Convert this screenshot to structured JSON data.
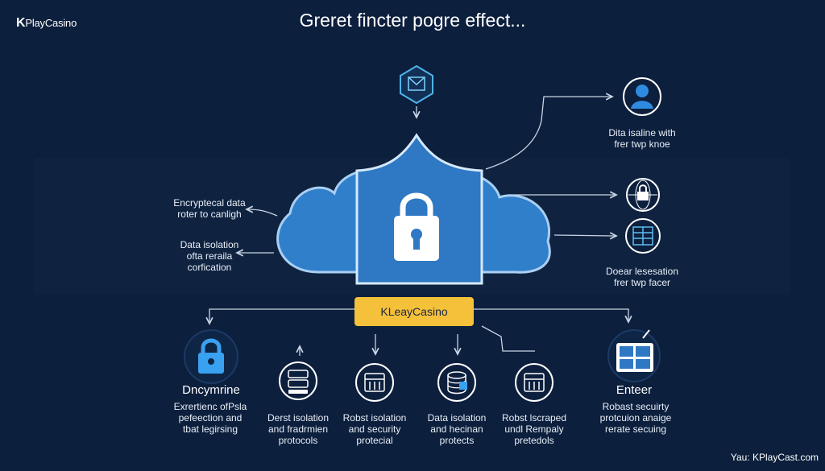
{
  "brand": {
    "logo_mark": "K",
    "logo_text": "PlayCasino"
  },
  "title": "Greret fincter pogre effect...",
  "center_label": "KLeayCasino",
  "right_nodes": [
    {
      "icon": "person-icon",
      "text": "Dita isaline with\nfrer twp knoe"
    },
    {
      "icon": "lock-globe-icon",
      "text": ""
    },
    {
      "icon": "document-grid-icon",
      "text": "Doear lesesation\nfrer twp facer"
    }
  ],
  "left_labels": [
    "Encryptecal data\nroter to canligh",
    "Data isolation\nofta reraila\ncorfication"
  ],
  "bottom_nodes": [
    {
      "icon": "lock-icon",
      "heading": "Dncymrine",
      "text": "Exrertienc ofPsla\npefeection and\ntbat legirsing"
    },
    {
      "icon": "server-icon",
      "heading": "",
      "text": "Derst isolation\nand fradrmien\nprotocols"
    },
    {
      "icon": "server-grid-icon",
      "heading": "",
      "text": "Robst isolation\nand security\nprotecial"
    },
    {
      "icon": "database-icon",
      "heading": "",
      "text": "Data isolation\nand hecinan\nprotects"
    },
    {
      "icon": "server-grid-icon",
      "heading": "",
      "text": "Robst lscraped\nundl Rempaly\npretedols"
    },
    {
      "icon": "grid-window-icon",
      "heading": "Enteer",
      "text": "Robast secuirty\nprotcuion anaige\nrerate secuing"
    }
  ],
  "footer": "Yau: KPlayCast.com",
  "colors": {
    "background": "#0c1f3d",
    "band": "#0f2340",
    "shield_blue": "#2f78c4",
    "cloud_blue": "#3b86cf",
    "accent_yellow": "#f5c13a",
    "line": "#c9d4e4"
  }
}
